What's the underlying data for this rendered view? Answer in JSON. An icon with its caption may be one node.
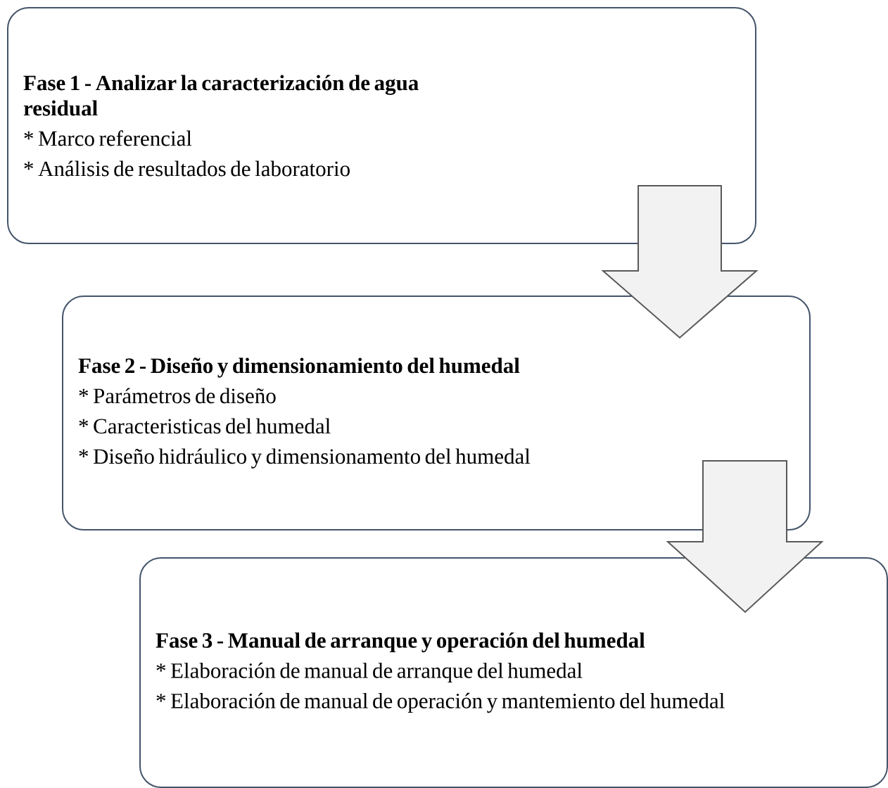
{
  "diagram": {
    "nodes": [
      {
        "text": [
          "Fase 1 - Analizar la caracterización de agua residual",
          "* Marco referencial",
          "* Análisis de resultados de laboratorio"
        ]
      },
      {
        "text": [
          "Fase 2 - Diseño y dimensionamiento del humedal",
          "* Parámetros de diseño",
          "* Caracteristicas del humedal",
          "* Diseño hidráulico y dimensionamento del humedal"
        ]
      },
      {
        "text": [
          "Fase 3 - Manual de arranque y operación del humedal",
          "* Elaboración de manual de arranque del humedal",
          "* Elaboración de manual de operación y mantemiento del humedal"
        ]
      }
    ],
    "edges": [
      {
        "from": 0,
        "to": 1,
        "arrow": "to"
      },
      {
        "from": 1,
        "to": 2,
        "arrow": "to"
      }
    ]
  }
}
